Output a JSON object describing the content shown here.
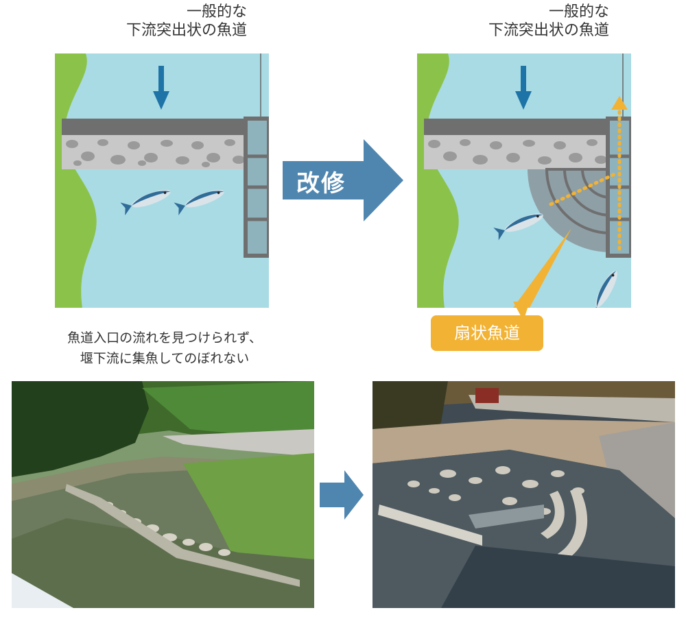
{
  "left_panel": {
    "label_line1": "一般的な",
    "label_line2": "下流突出状の魚道",
    "caption_line1": "魚道入口の流れを見つけられず、",
    "caption_line2": "堰下流に集魚してのぼれない"
  },
  "center_arrow": {
    "label": "改修"
  },
  "right_panel": {
    "label_line1": "一般的な",
    "label_line2": "下流突出状の魚道",
    "badge": "扇状魚道"
  },
  "colors": {
    "water": "#a9dbe5",
    "bank": "#8bc34a",
    "weir_top": "#6f6f6f",
    "gravel": "#c8c8c8",
    "ladder": "#8fb3bd",
    "flow_arrow": "#1e74a6",
    "big_arrow": "#4f86b0",
    "fan": "#8f9fa6",
    "badge": "#f2b233",
    "path_dots": "#f2b233"
  },
  "icons": {
    "flow": "down-arrow-icon",
    "fish": "fish-icon",
    "path": "up-arrow-icon"
  }
}
